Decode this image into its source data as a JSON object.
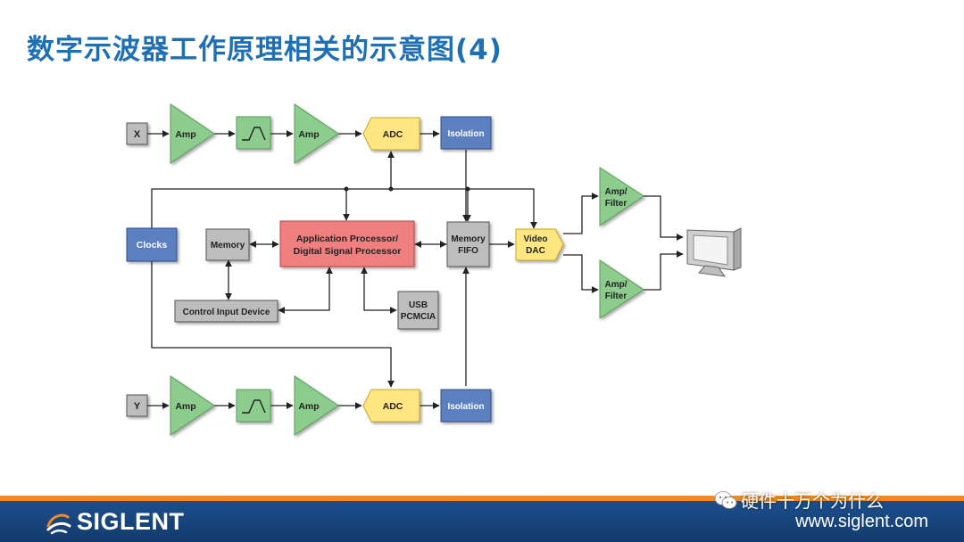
{
  "slide": {
    "title": "数字示波器工作原理相关的示意图(4)"
  },
  "diagram": {
    "blocks": {
      "x_input": "X",
      "y_input": "Y",
      "amp": "Amp",
      "adc": "ADC",
      "isolation": "Isolation",
      "clocks": "Clocks",
      "memory": "Memory",
      "app_processor_line1": "Application Processor/",
      "app_processor_line2": "Digital Signal Processor",
      "memory_fifo_line1": "Memory",
      "memory_fifo_line2": "FIFO",
      "video_dac_line1": "Video",
      "video_dac_line2": "DAC",
      "amp_filter_line1": "Amp/",
      "amp_filter_line2": "Filter",
      "control_input": "Control Input Device",
      "usb_line1": "USB",
      "usb_line2": "PCMCIA"
    },
    "colors": {
      "gray_block": "#bdbdbd",
      "blue_block": "#5b7fbf",
      "green_amp": "#8ccc8c",
      "yellow_adc": "#ffe680",
      "red_processor": "#f08080",
      "title_blue": "#1f6fb4",
      "footer_blue": "#1d4f8c",
      "footer_orange": "#f08a24"
    }
  },
  "footer": {
    "brand": "SIGLENT",
    "website": "www.siglent.com",
    "watermark": "硬件十万个为什么",
    "logo_icon": "siglent-swirl-icon",
    "watermark_icon": "wechat-icon"
  }
}
